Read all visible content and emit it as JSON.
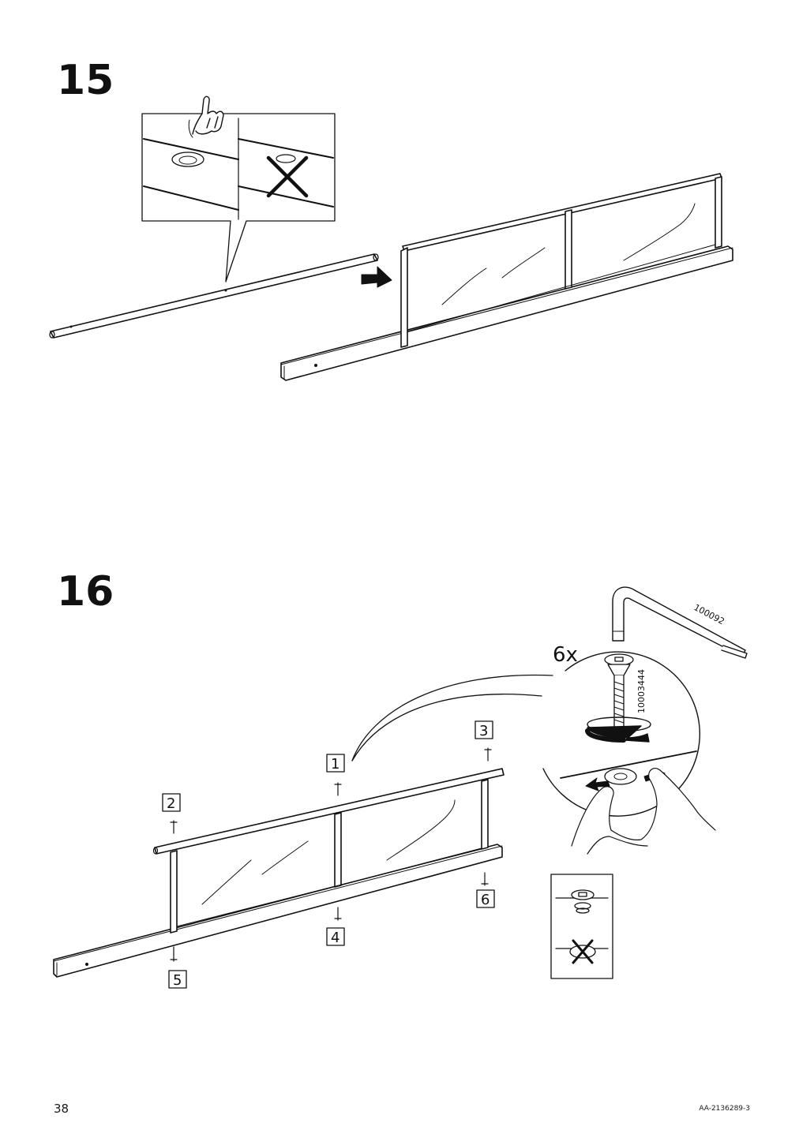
{
  "steps": {
    "step15": {
      "number": "15"
    },
    "step16": {
      "number": "16",
      "quantity": "6x",
      "screw_part": "10003444",
      "key_part": "100092",
      "positions": [
        "1",
        "2",
        "3",
        "4",
        "5",
        "6"
      ]
    }
  },
  "footer": {
    "page_number": "38",
    "doc_code": "AA-2136289-3"
  }
}
